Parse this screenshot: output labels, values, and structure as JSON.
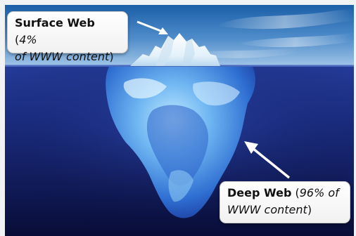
{
  "surface_label": {
    "title": "Surface Web",
    "open_paren": " (",
    "detail_line1": "4%",
    "detail_line2": "of WWW content",
    "close_paren": ")"
  },
  "deep_label": {
    "title": "Deep Web",
    "open_paren": " (",
    "detail_line1": "96% of",
    "detail_line2": "WWW content",
    "close_paren": ")"
  },
  "colors": {
    "sky_top": "#1b5fa8",
    "sky_bottom": "#9ec3e6",
    "water_top": "#1c2f86",
    "water_bottom": "#0a0f3c",
    "ice_light": "#dff3ff",
    "ice_deep": "#2a6fd0",
    "arrow": "#ffffff"
  }
}
